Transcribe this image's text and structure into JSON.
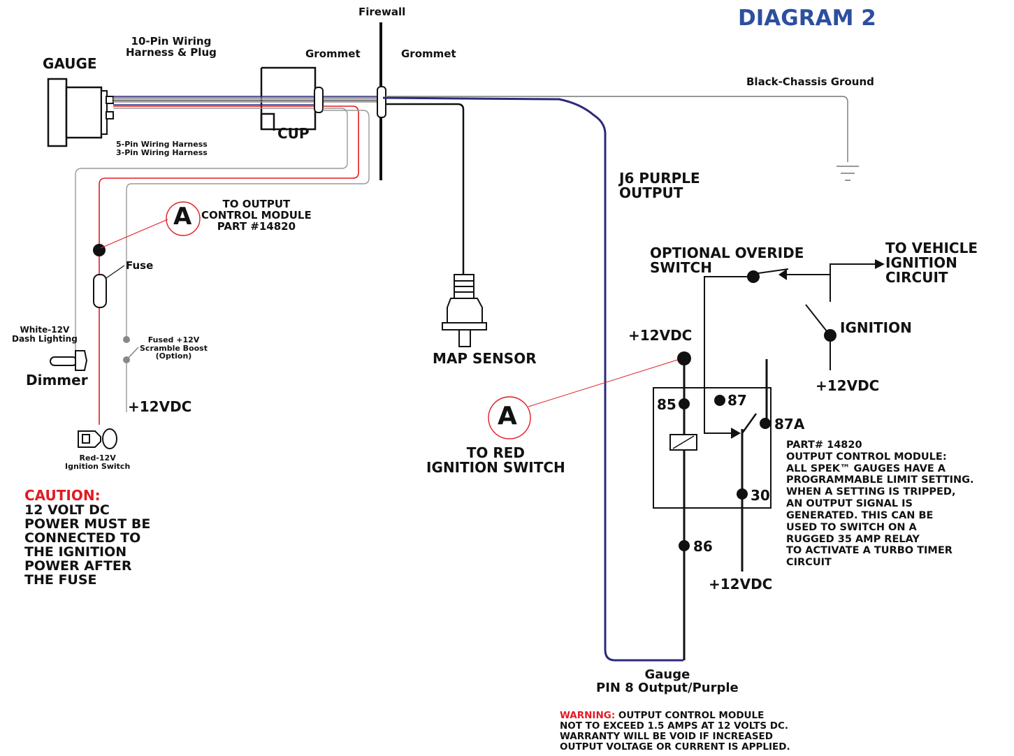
{
  "diagram_title": "DIAGRAM 2",
  "components": {
    "gauge": "GAUGE",
    "cup": "CUP",
    "firewall": "Firewall",
    "grommet_left": "Grommet",
    "grommet_right": "Grommet",
    "harness_10pin": "10-Pin Wiring\nHarness & Plug",
    "harness_5_3pin": "5-Pin Wiring Harness\n3-Pin Wiring Harness",
    "chassis_ground": "Black-Chassis Ground",
    "j6_output": "J6 PURPLE\nOUTPUT",
    "map_sensor": "MAP SENSOR",
    "fuse": "Fuse",
    "white_dash": "White-12V\nDash Lighting",
    "dimmer": "Dimmer",
    "fused_boost": "Fused +12V\nScramble Boost\n(Option)",
    "plus12_left": "+12VDC",
    "ignition_switch": "Red-12V\nIgnition Switch",
    "connector_a_top_label": "TO OUTPUT\nCONTROL MODULE\nPART #14820",
    "connector_a_letter": "A",
    "connector_a_bottom_label": "TO RED\nIGNITION SWITCH",
    "override_switch": "OPTIONAL OVERIDE\nSWITCH",
    "to_vehicle": "TO VEHICLE\nIGNITION\nCIRCUIT",
    "ignition": "IGNITION",
    "plus12_ignition": "+12VDC",
    "plus12_relay_top": "+12VDC",
    "plus12_relay_bottom": "+12VDC",
    "pin_85": "85",
    "pin_87": "87",
    "pin_87a": "87A",
    "pin_30": "30",
    "pin_86": "86",
    "gauge_pin8": "Gauge\nPIN 8 Output/Purple"
  },
  "notes": {
    "caution_head": "CAUTION:",
    "caution_body": "12 VOLT DC\nPOWER MUST BE\nCONNECTED TO\nTHE IGNITION\nPOWER AFTER\nTHE FUSE",
    "part_info": "PART# 14820\nOUTPUT CONTROL MODULE:\nALL SPEK™ GAUGES HAVE A\nPROGRAMMABLE LIMIT SETTING.\nWHEN A SETTING IS TRIPPED,\nAN OUTPUT SIGNAL IS\nGENERATED. THIS CAN BE\nUSED TO SWITCH ON A\nRUGGED 35 AMP RELAY\nTO ACTIVATE A TURBO TIMER\nCIRCUIT",
    "warning_head": "WARNING:",
    "warning_body": " OUTPUT CONTROL MODULE\nNOT TO EXCEED 1.5 AMPS AT 12 VOLTS DC.\nWARRANTY WILL BE VOID IF INCREASED\nOUTPUT VOLTAGE OR CURRENT IS APPLIED."
  },
  "colors": {
    "purple_wire": "#2e2a7a",
    "red_wire": "#e21b23",
    "gray_wire": "#9a9a9a",
    "black_wire": "#111111",
    "title_blue": "#2c4f9e"
  }
}
